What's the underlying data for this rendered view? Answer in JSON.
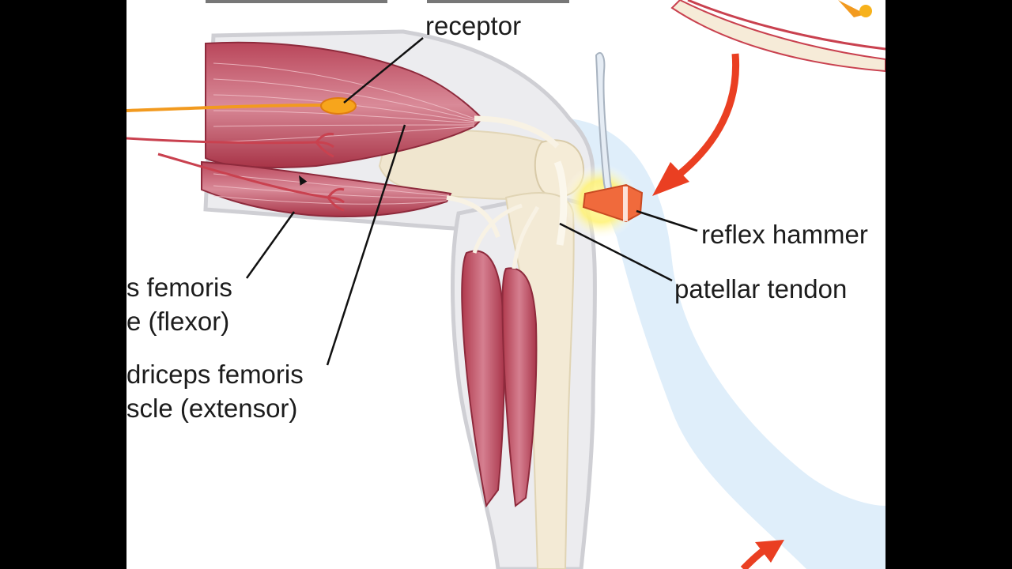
{
  "labels": {
    "receptor": "receptor",
    "reflex_hammer": "reflex hammer",
    "patellar_tendon": "patellar tendon",
    "flexor_line1": "s femoris",
    "flexor_line2": "e (flexor)",
    "extensor_line1": "driceps femoris",
    "extensor_line2": "scle (extensor)"
  },
  "colors": {
    "muscle": "#b3404f",
    "muscle_light": "#d7899a",
    "bone": "#f0e6cf",
    "skin_outline": "#cfcfd4",
    "nerve_sensory": "#f29a1f",
    "nerve_motor": "#c9414f",
    "hammer": "#f06a3c",
    "arrow": "#ea3f22",
    "leg_shadow": "#dbeaf7",
    "tap_glow": "#fff27a"
  },
  "icons": {
    "cursor": "mouse-pointer-icon",
    "tap_arrow": "curved-arrow-icon"
  }
}
